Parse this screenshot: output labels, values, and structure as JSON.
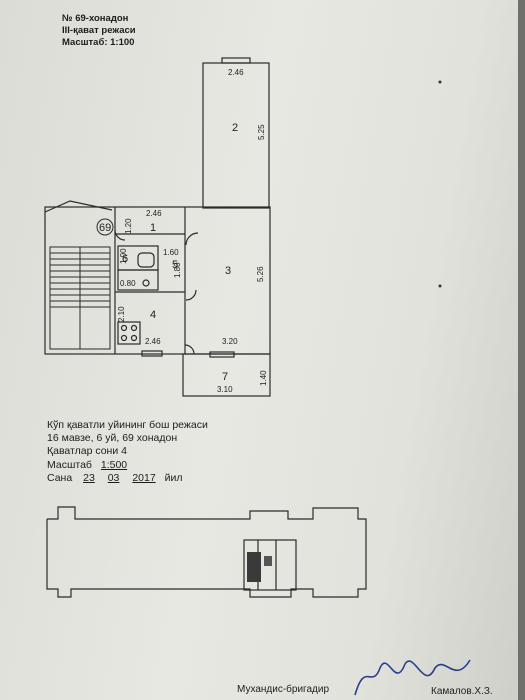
{
  "header": {
    "line1": "№ 69-хонадон",
    "line2": "III-қават режаси",
    "line3": "Масштаб: 1:100"
  },
  "plan": {
    "apartment_no": "69",
    "rooms": [
      "1",
      "2",
      "3",
      "4",
      "5",
      "6",
      "7"
    ],
    "dims": {
      "r2_top": "2.46",
      "r2_side": "5.25",
      "hall_width": "2.46",
      "hall_side": "1.20",
      "bath_top": "1.60",
      "bath_side": "1.80",
      "wc_side": "1.00",
      "wc_bottom": "0.80",
      "kitchen_side": "2.10",
      "kitchen_bottom": "2.46",
      "r3_side": "5.26",
      "r3_bottom": "3.20",
      "balcony_side": "1.40",
      "balcony_bottom": "3.10"
    }
  },
  "info": {
    "line1": "Кўп қаватли уйининг бош режаси",
    "line2": "16 мавзе, 6 уй, 69 хонадон",
    "line3": "Қаватлар сони 4",
    "scale_label": "Масштаб",
    "scale_value": "1:500",
    "date_label": "Сана",
    "date_day": "23",
    "date_month": "03",
    "date_year": "2017",
    "date_suffix": "йил"
  },
  "footer": {
    "signer_role": "Мухандис-бригадир",
    "signer_name": "Камалов.Х.З."
  }
}
